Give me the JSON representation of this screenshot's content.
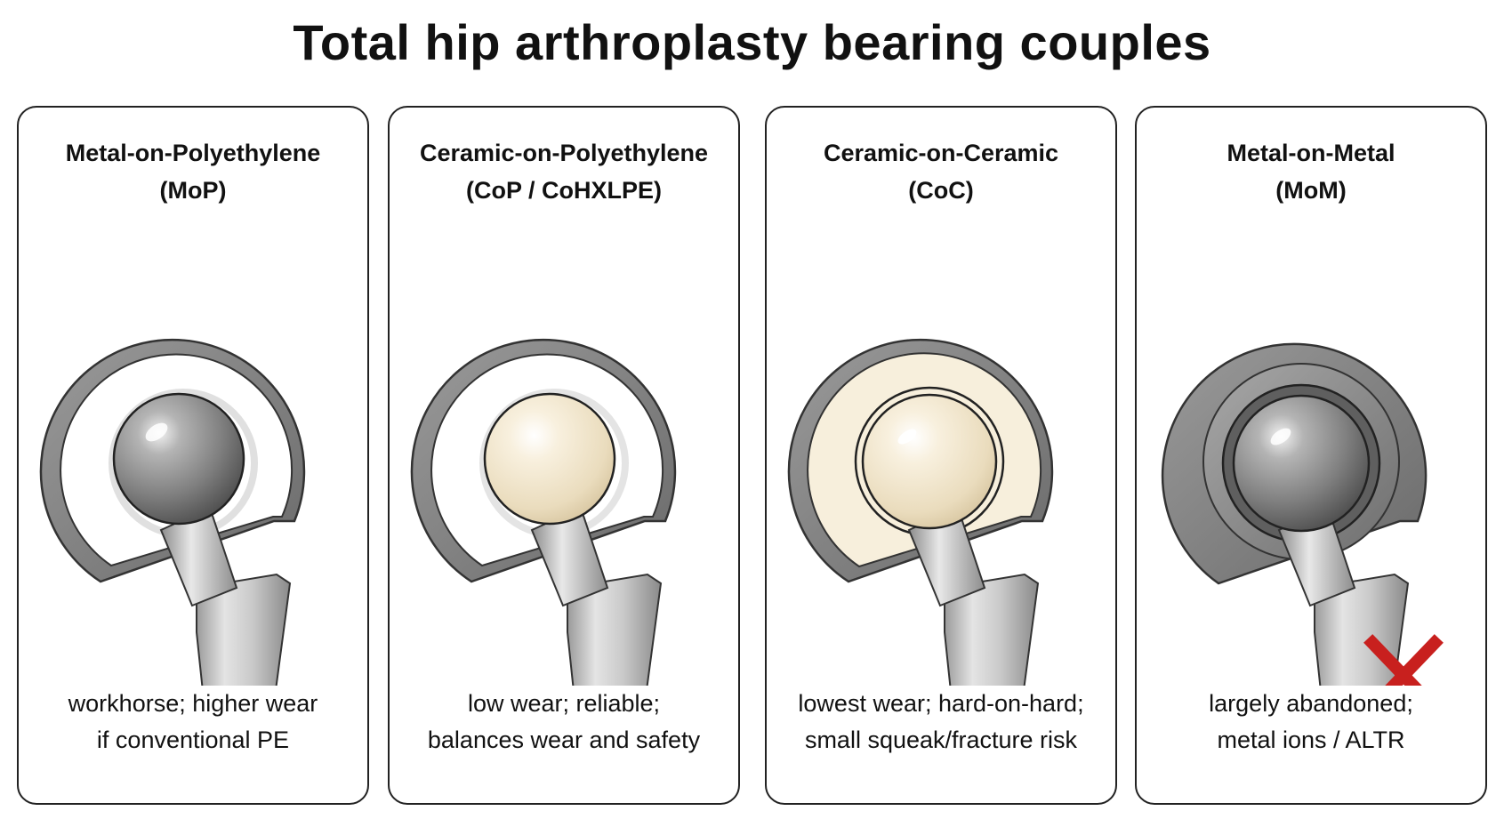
{
  "title": "Total hip arthroplasty bearing couples",
  "panels": [
    {
      "name_line1": "Metal-on-Polyethylene",
      "name_line2": "(MoP)",
      "caption_line1": "workhorse; higher wear",
      "caption_line2": "if conventional PE",
      "head_material": "metal",
      "liner_material": "polyethylene",
      "marked_abandoned": false
    },
    {
      "name_line1": "Ceramic-on-Polyethylene",
      "name_line2": "(CoP / CoHXLPE)",
      "caption_line1": "low wear; reliable;",
      "caption_line2": "balances wear and safety",
      "head_material": "ceramic",
      "liner_material": "polyethylene",
      "marked_abandoned": false
    },
    {
      "name_line1": "Ceramic-on-Ceramic",
      "name_line2": "(CoC)",
      "caption_line1": "lowest wear; hard-on-hard;",
      "caption_line2": "small squeak/fracture risk",
      "head_material": "ceramic",
      "liner_material": "ceramic",
      "marked_abandoned": false
    },
    {
      "name_line1": "Metal-on-Metal",
      "name_line2": "(MoM)",
      "caption_line1": "largely abandoned;",
      "caption_line2": "metal ions / ALTR",
      "head_material": "metal",
      "liner_material": "metal",
      "marked_abandoned": true
    }
  ],
  "colors": {
    "metal": "#8f8f8f",
    "ceramic": "#f4ead3",
    "shell": "#7a7a7a",
    "cross": "#c8201e"
  }
}
